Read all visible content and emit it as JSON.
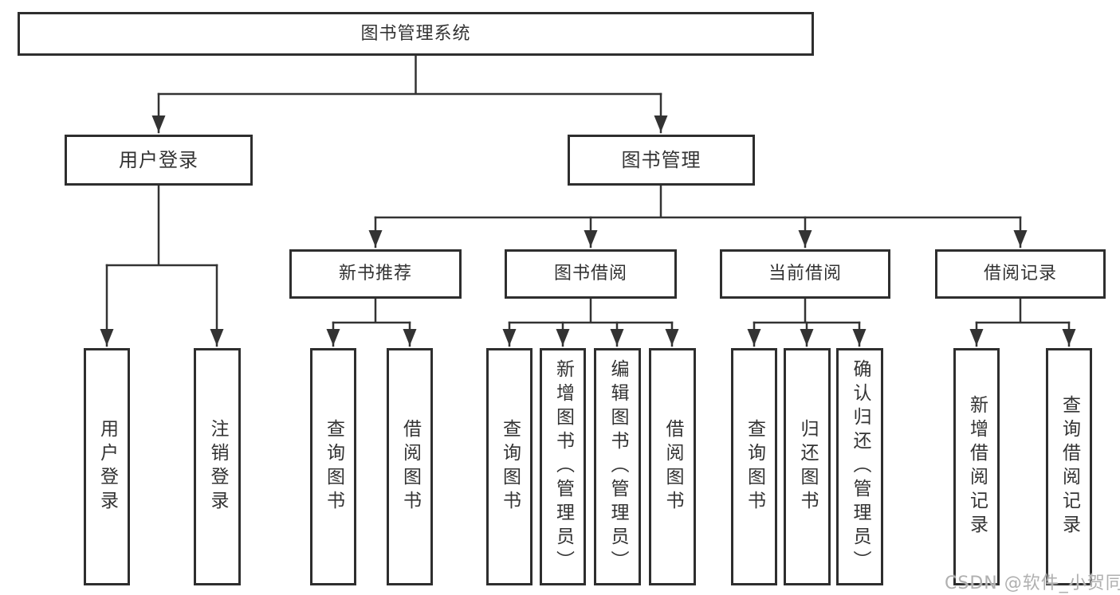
{
  "tree": {
    "label": "图书管理系统",
    "children": [
      {
        "label": "用户登录",
        "children": [
          {
            "label": "用户登录"
          },
          {
            "label": "注销登录"
          }
        ]
      },
      {
        "label": "图书管理",
        "children": [
          {
            "label": "新书推荐",
            "children": [
              {
                "label": "查询图书"
              },
              {
                "label": "借阅图书"
              }
            ]
          },
          {
            "label": "图书借阅",
            "children": [
              {
                "label": "查询图书"
              },
              {
                "label": "新增图书（管理员）"
              },
              {
                "label": "编辑图书（管理员）"
              },
              {
                "label": "借阅图书"
              }
            ]
          },
          {
            "label": "当前借阅",
            "children": [
              {
                "label": "查询图书"
              },
              {
                "label": "归还图书"
              },
              {
                "label": "确认归还（管理员）"
              }
            ]
          },
          {
            "label": "借阅记录",
            "children": [
              {
                "label": "新增借阅记录"
              },
              {
                "label": "查询借阅记录"
              }
            ]
          }
        ]
      }
    ]
  },
  "watermark": "CSDN @软件_小贺同学",
  "colors": {
    "line": "#333333",
    "box_border": "#2e2e2e",
    "box_background": "#ffffff",
    "text": "#333333",
    "watermark": "#b0b0b0",
    "page_background": "#ffffff"
  }
}
